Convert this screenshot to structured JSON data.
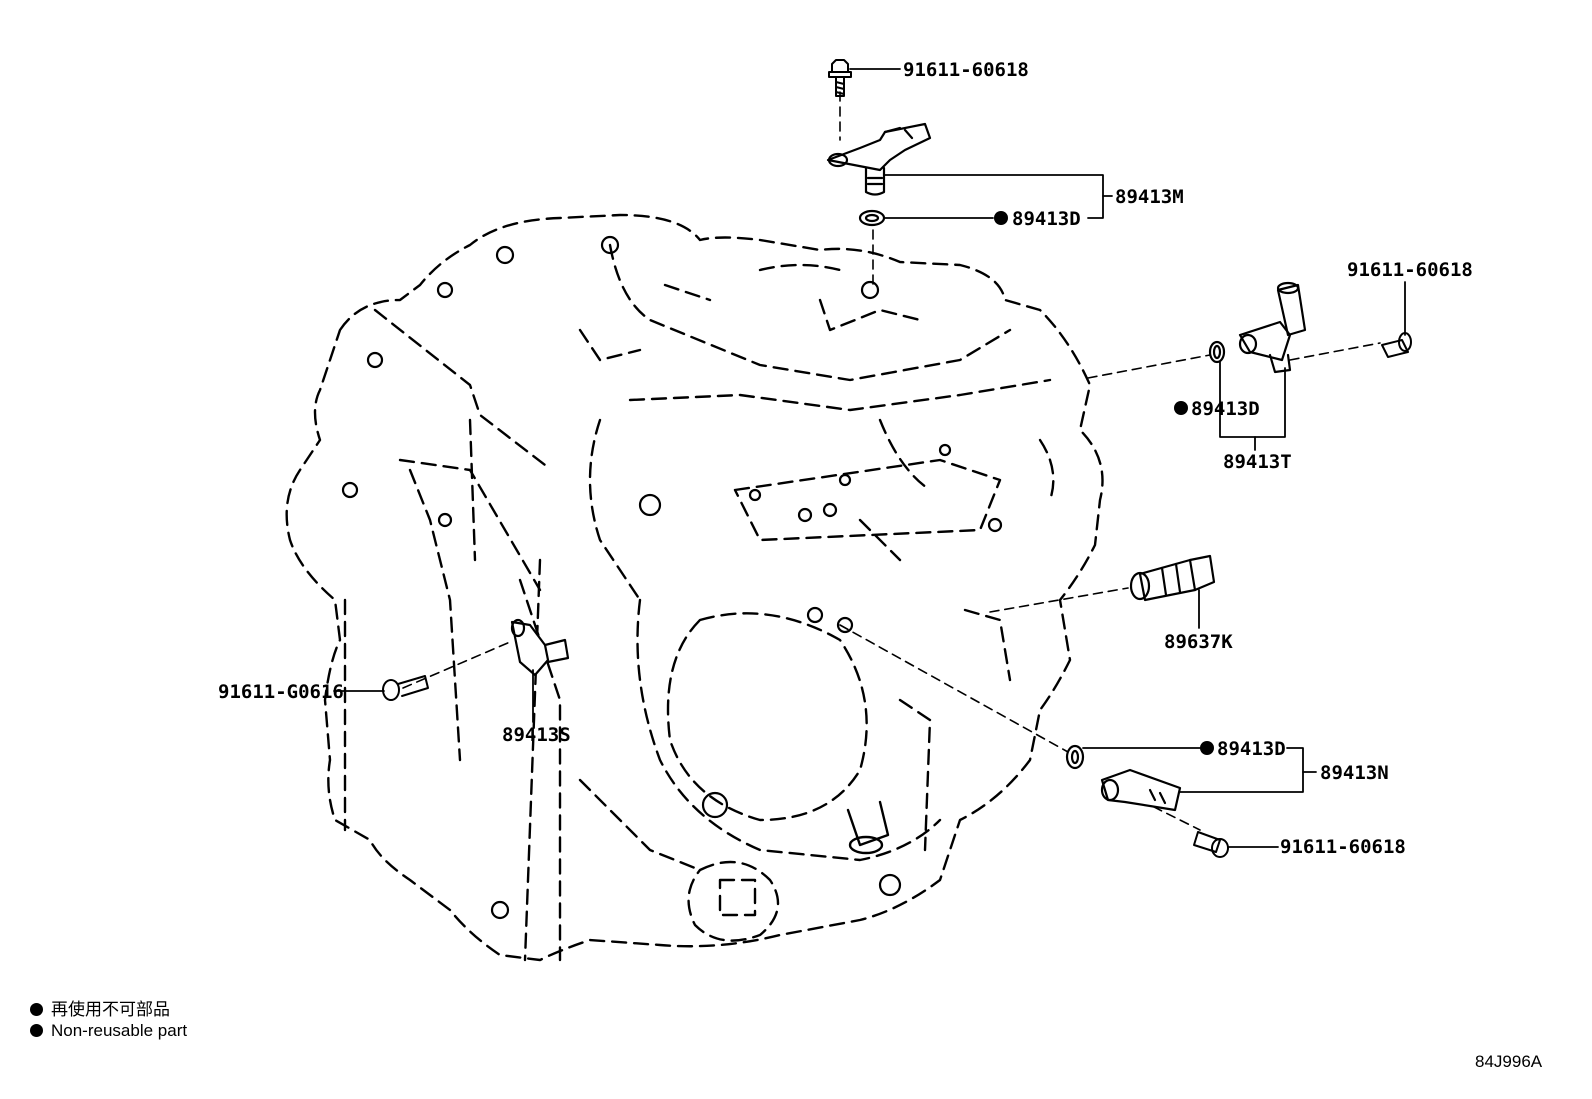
{
  "parts": {
    "bolt_top": "91611-60618",
    "sensor_m": "89413M",
    "oring_top": "89413D",
    "bolt_right": "91611-60618",
    "oring_right": "89413D",
    "sensor_t": "89413T",
    "switch_k": "89637K",
    "bolt_left": "91611-G0616",
    "sensor_s": "89413S",
    "oring_bottom": "89413D",
    "sensor_n": "89413N",
    "bolt_bottom": "91611-60618"
  },
  "legend": {
    "jp": "再使用不可部品",
    "en": "Non-reusable part"
  },
  "diagram_id": "84J996A"
}
